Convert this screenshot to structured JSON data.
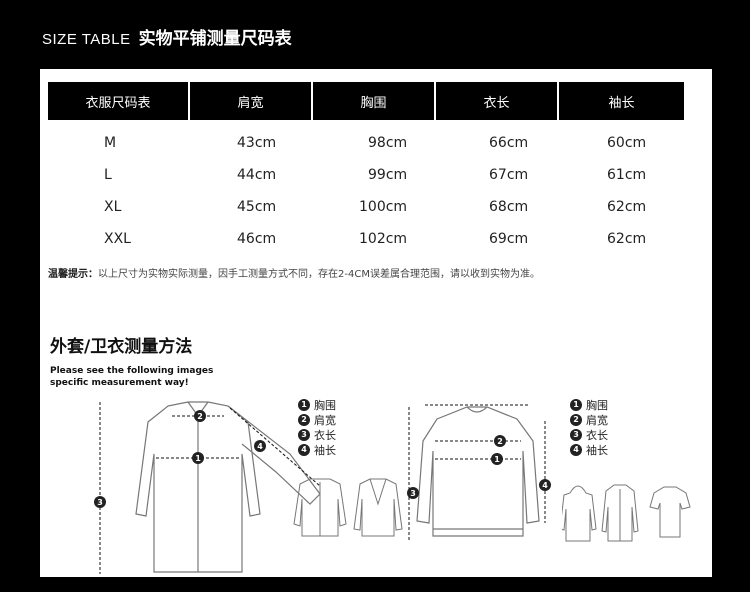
{
  "header": {
    "en": "SIZE TABLE",
    "cn": "实物平铺测量尺码表"
  },
  "table": {
    "headers": [
      "衣服尺码表",
      "肩宽",
      "胸围",
      "衣长",
      "袖长"
    ],
    "rows": [
      [
        "M",
        "43cm",
        "98cm",
        "66cm",
        "60cm"
      ],
      [
        "L",
        "44cm",
        "99cm",
        "67cm",
        "61cm"
      ],
      [
        "XL",
        "45cm",
        "100cm",
        "68cm",
        "62cm"
      ],
      [
        "XXL",
        "46cm",
        "102cm",
        "69cm",
        "62cm"
      ]
    ]
  },
  "note": {
    "label": "温馨提示：",
    "text": "以上尺寸为实物实际测量，因手工测量方式不同，存在2-4CM误差属合理范围，请以收到实物为准。"
  },
  "method": {
    "title": "外套/卫衣测量方法",
    "subnote": "Please see the following images specific measurement way!",
    "legend": [
      {
        "num": "1",
        "label": "胸围"
      },
      {
        "num": "2",
        "label": "肩宽"
      },
      {
        "num": "3",
        "label": "衣长"
      },
      {
        "num": "4",
        "label": "袖长"
      }
    ],
    "markers": [
      "1",
      "2",
      "3",
      "4"
    ]
  }
}
